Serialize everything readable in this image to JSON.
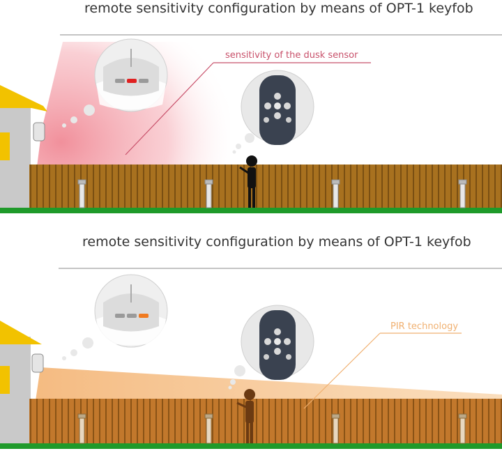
{
  "panels": [
    {
      "title": "remote sensitivity configuration by means of OPT-1 keyfob",
      "callout": "sensitivity of the dusk sensor",
      "callout_color": "#c8506a",
      "beam_color": "#f4a0a8",
      "indicator_color": "#e02020",
      "mode": "dusk-sensor"
    },
    {
      "title": "remote sensitivity configuration by means of OPT-1 keyfob",
      "callout": "PIR technology",
      "callout_color": "#f0b070",
      "beam_color": "#f7c48e",
      "indicator_color": "#f07a20",
      "mode": "pir"
    }
  ],
  "colors": {
    "fence": "#a8711f",
    "fence_dark": "#7a4f12",
    "grass": "#1f9a2a",
    "wall": "#c9c9c9",
    "roof": "#f2c200",
    "person": "#111111",
    "keyfob": "#3a4250"
  }
}
